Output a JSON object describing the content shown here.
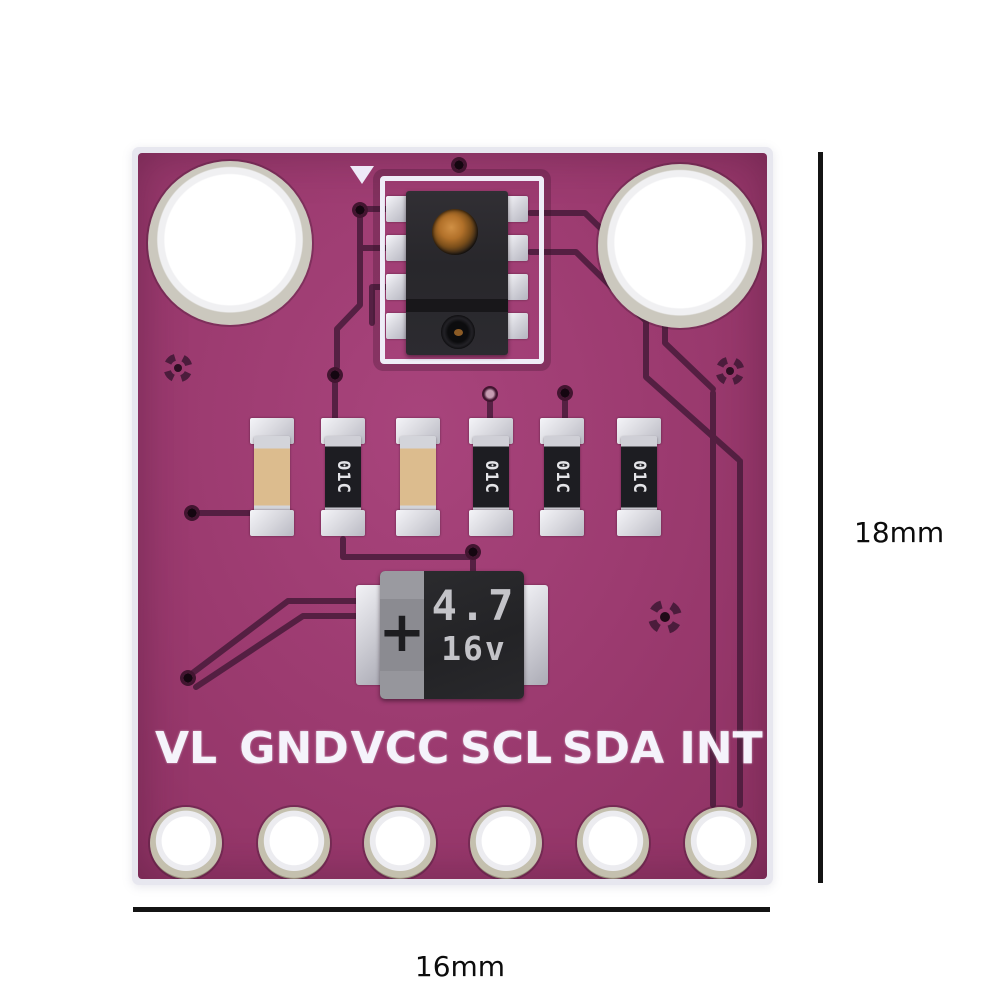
{
  "annotations": {
    "height_label": "18mm",
    "width_label": "16mm"
  },
  "board": {
    "pin_labels": [
      "VL",
      "GND",
      "VCC",
      "SCL",
      "SDA",
      "INT"
    ],
    "capacitor": {
      "value": "4.7",
      "voltage": "16v",
      "polarity": "+"
    },
    "smd_components": [
      {
        "type": "capacitor",
        "marking": ""
      },
      {
        "type": "resistor",
        "marking": "01C"
      },
      {
        "type": "capacitor",
        "marking": ""
      },
      {
        "type": "resistor",
        "marking": "01C"
      },
      {
        "type": "resistor",
        "marking": "01C"
      },
      {
        "type": "resistor",
        "marking": "01C"
      }
    ],
    "colors": {
      "pcb": "#9c3b70",
      "trace": "#4b1c3c",
      "silkscreen": "#ffffff",
      "chip_body": "#28272b",
      "lens_amber": "#b2712a",
      "dimension_line": "#141414"
    }
  }
}
